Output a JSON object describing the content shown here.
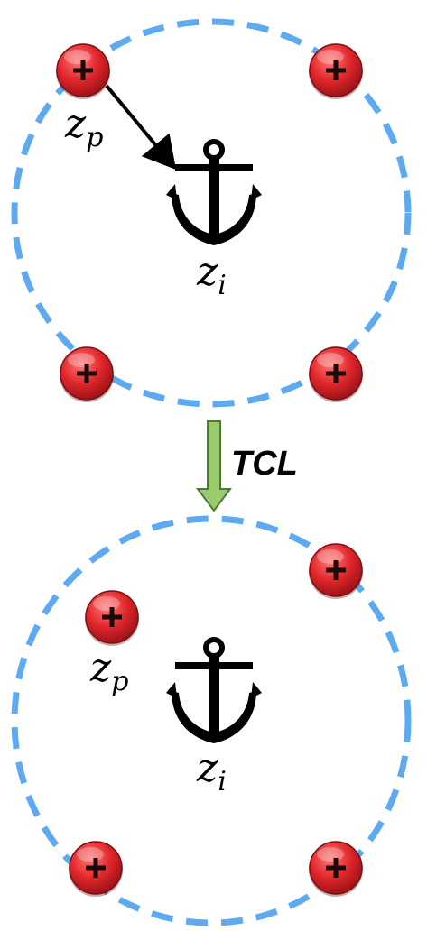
{
  "labels": {
    "positive_label": "z",
    "positive_sub": "p",
    "anchor_label": "z",
    "anchor_sub": "i",
    "transition_label": "TCL"
  },
  "icons": {
    "positive": "plus-icon",
    "anchor": "anchor-icon",
    "arrow": "down-arrow-icon"
  },
  "colors": {
    "cluster_ring": "#5DAAF0",
    "positive_fill": "#E0262B",
    "transition_arrow": "#9BCB6F",
    "anchor": "#000000"
  }
}
